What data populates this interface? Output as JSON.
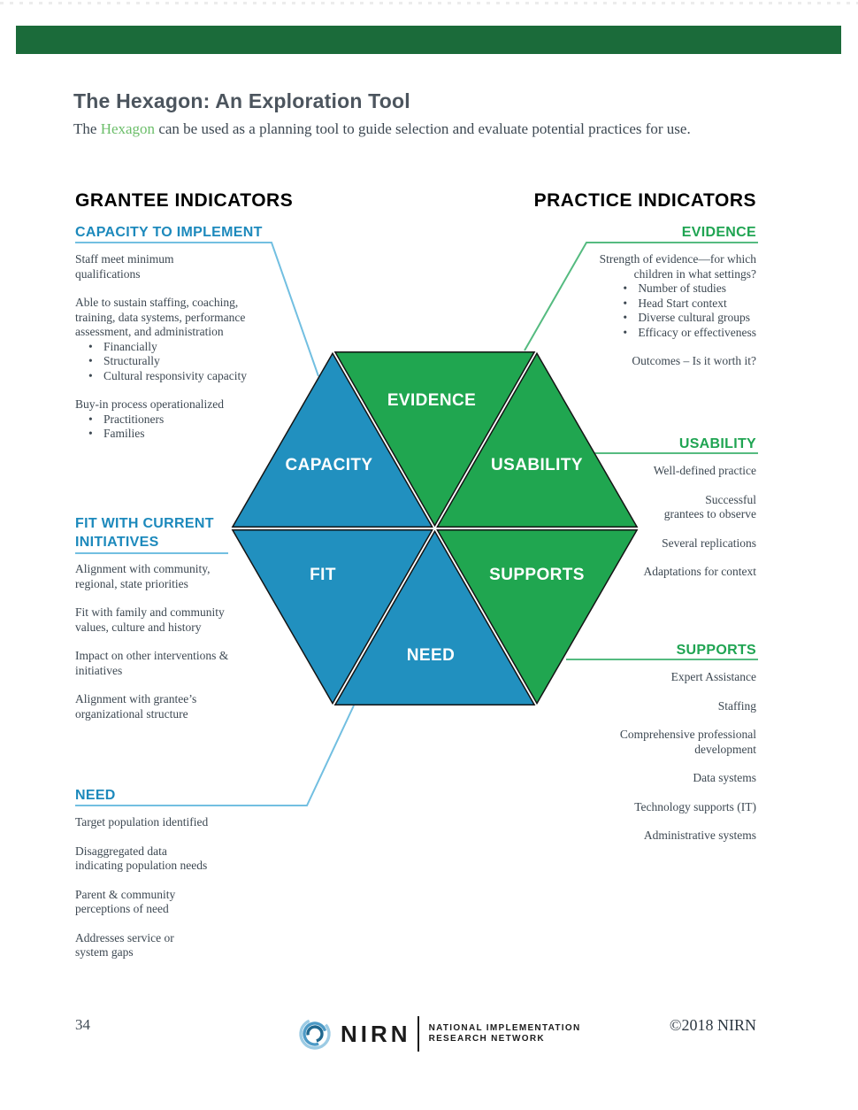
{
  "header": {
    "bar_color": "#1B6B3A",
    "title": "The Hexagon: An Exploration Tool",
    "subtitle_prefix": "The ",
    "subtitle_highlight": "Hexagon",
    "subtitle_highlight_color": "#6CBE6A",
    "subtitle_suffix": " can be used as a planning tool to guide selection and evaluate potential practices for use."
  },
  "left_column": {
    "header": "GRANTEE INDICATORS",
    "accent_color": "#1C89BC",
    "sections": [
      {
        "id": "capacity-to-implement",
        "title_lines": [
          "CAPACITY TO IMPLEMENT"
        ],
        "paragraphs": [
          {
            "lines": [
              "Staff meet minimum",
              "qualifications"
            ]
          },
          {
            "lines": [
              "Able to sustain staffing, coaching,",
              "training, data systems, performance",
              "assessment, and administration"
            ],
            "bullets": [
              "Financially",
              "Structurally",
              "Cultural responsivity capacity"
            ]
          },
          {
            "lines": [
              "Buy-in process operationalized"
            ],
            "bullets": [
              "Practitioners",
              "Families"
            ]
          }
        ]
      },
      {
        "id": "fit-with-current-initiatives",
        "title_lines": [
          "FIT WITH CURRENT",
          "INITIATIVES"
        ],
        "paragraphs": [
          {
            "lines": [
              "Alignment with community,",
              "regional, state priorities"
            ]
          },
          {
            "lines": [
              "Fit with family and community",
              "values, culture and history"
            ]
          },
          {
            "lines": [
              "Impact on other interventions &",
              "initiatives"
            ]
          },
          {
            "lines": [
              "Alignment with grantee’s",
              "organizational structure"
            ]
          }
        ]
      },
      {
        "id": "need",
        "title_lines": [
          "NEED"
        ],
        "paragraphs": [
          {
            "lines": [
              "Target population identified"
            ]
          },
          {
            "lines": [
              "Disaggregated data",
              "indicating population needs"
            ]
          },
          {
            "lines": [
              "Parent & community",
              "perceptions of need"
            ]
          },
          {
            "lines": [
              "Addresses service or",
              "system gaps"
            ]
          }
        ]
      }
    ]
  },
  "right_column": {
    "header": "PRACTICE INDICATORS",
    "accent_color": "#1FA452",
    "sections": [
      {
        "id": "evidence",
        "title_lines": [
          "EVIDENCE"
        ],
        "paragraphs": [
          {
            "lines": [
              "Strength of evidence—for which",
              "children in what settings?"
            ],
            "bullets": [
              "Number of studies",
              "Head Start context",
              "Diverse cultural groups",
              "Efficacy or effectiveness"
            ]
          },
          {
            "lines": [
              "Outcomes – Is it worth it?"
            ]
          }
        ]
      },
      {
        "id": "usability",
        "title_lines": [
          "USABILITY"
        ],
        "paragraphs": [
          {
            "lines": [
              "Well-defined practice"
            ]
          },
          {
            "lines": [
              "Successful",
              "grantees to observe"
            ]
          },
          {
            "lines": [
              "Several replications"
            ]
          },
          {
            "lines": [
              "Adaptations for context"
            ]
          }
        ]
      },
      {
        "id": "supports",
        "title_lines": [
          "SUPPORTS"
        ],
        "paragraphs": [
          {
            "lines": [
              "Expert Assistance"
            ]
          },
          {
            "lines": [
              "Staffing"
            ]
          },
          {
            "lines": [
              "Comprehensive professional",
              "development"
            ]
          },
          {
            "lines": [
              "Data systems"
            ]
          },
          {
            "lines": [
              "Technology supports (IT)"
            ]
          },
          {
            "lines": [
              "Administrative systems"
            ]
          }
        ]
      }
    ]
  },
  "hexagon": {
    "outline_color": "#141414",
    "leader_blue": "#72BFE1",
    "leader_green": "#55BB80",
    "segments": [
      {
        "id": "evidence",
        "label": "EVIDENCE",
        "color": "#20A650"
      },
      {
        "id": "usability",
        "label": "USABILITY",
        "color": "#20A650"
      },
      {
        "id": "supports",
        "label": "SUPPORTS",
        "color": "#20A650"
      },
      {
        "id": "need",
        "label": "NEED",
        "color": "#2190BF"
      },
      {
        "id": "fit",
        "label": "FIT",
        "color": "#2190BF"
      },
      {
        "id": "capacity",
        "label": "CAPACITY",
        "color": "#2190BF"
      }
    ]
  },
  "footer": {
    "page_number": "34",
    "logo_text": "NIRN",
    "tagline_line1": "NATIONAL IMPLEMENTATION",
    "tagline_line2": "RESEARCH NETWORK",
    "copyright": "©2018 NIRN"
  }
}
